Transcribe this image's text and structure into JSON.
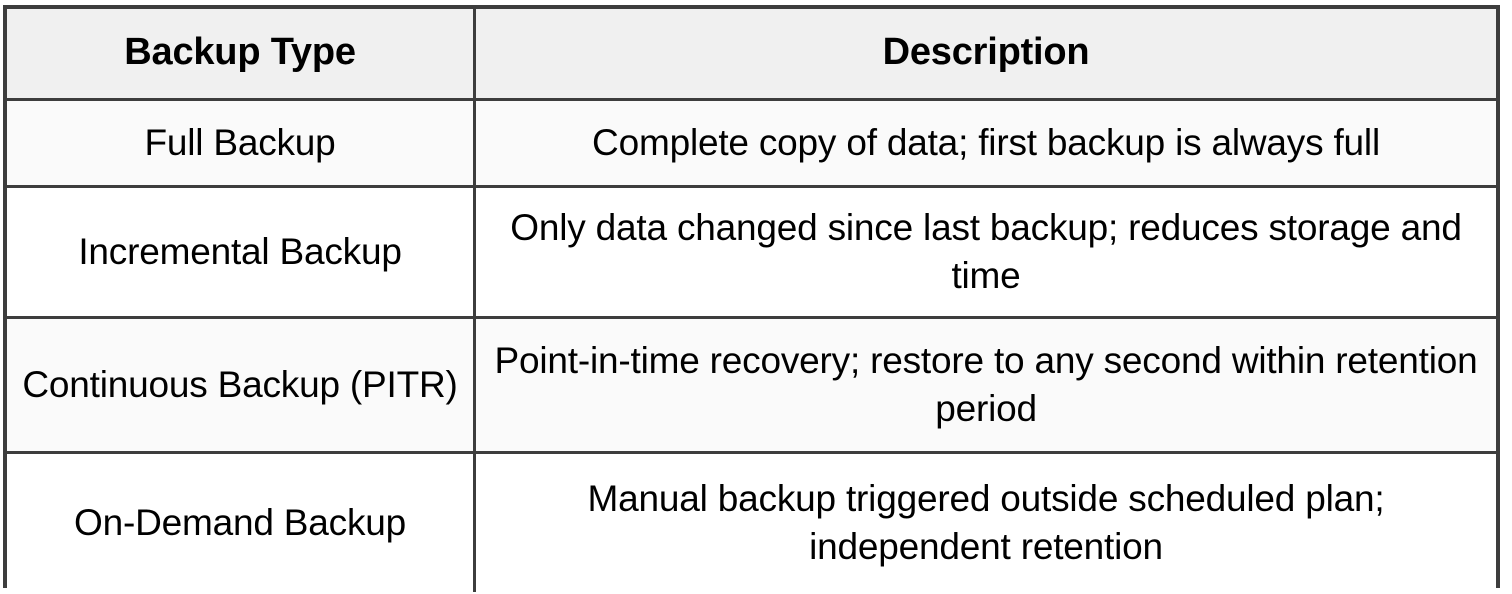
{
  "table": {
    "columns": [
      {
        "key": "backup_type",
        "header": "Backup Type"
      },
      {
        "key": "description",
        "header": "Description"
      }
    ],
    "rows": [
      {
        "backup_type": "Full Backup",
        "description": "Complete copy of data; first backup is always full"
      },
      {
        "backup_type": "Incremental Backup",
        "description": "Only data changed since last backup; reduces storage and time"
      },
      {
        "backup_type": "Continuous Backup (PITR)",
        "description": "Point-in-time recovery; restore to any second within retention period"
      },
      {
        "backup_type": "On-Demand Backup",
        "description": "Manual backup triggered outside scheduled plan; independent retention"
      }
    ]
  },
  "style": {
    "border_color": "#3d3d3d",
    "header_background": "#f0f0f0",
    "row_tint_background": "#fafafa",
    "row_plain_background": "#ffffff",
    "text_color": "#000000"
  }
}
